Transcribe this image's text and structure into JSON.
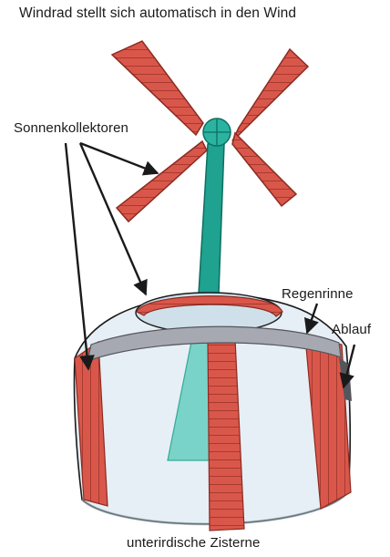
{
  "labels": {
    "title": "Windrad stellt sich automatisch in den Wind",
    "collectors": "Sonnenkollektoren",
    "gutter": "Regenrinne",
    "drain": "Ablauf",
    "cistern": "unterirdische Zisterne"
  },
  "colors": {
    "collector_red": "#d9574a",
    "collector_stripe": "#8c2a22",
    "mast_teal": "#1fa28f",
    "dome_light": "#e6eff5",
    "dome_shade": "#c9d8e2",
    "gutter_grey": "#a7a9b2",
    "outline": "#1a1a1a"
  },
  "icons": [
    "windmill-icon",
    "solar-collector-icon",
    "gutter-icon",
    "arrow-icon"
  ]
}
